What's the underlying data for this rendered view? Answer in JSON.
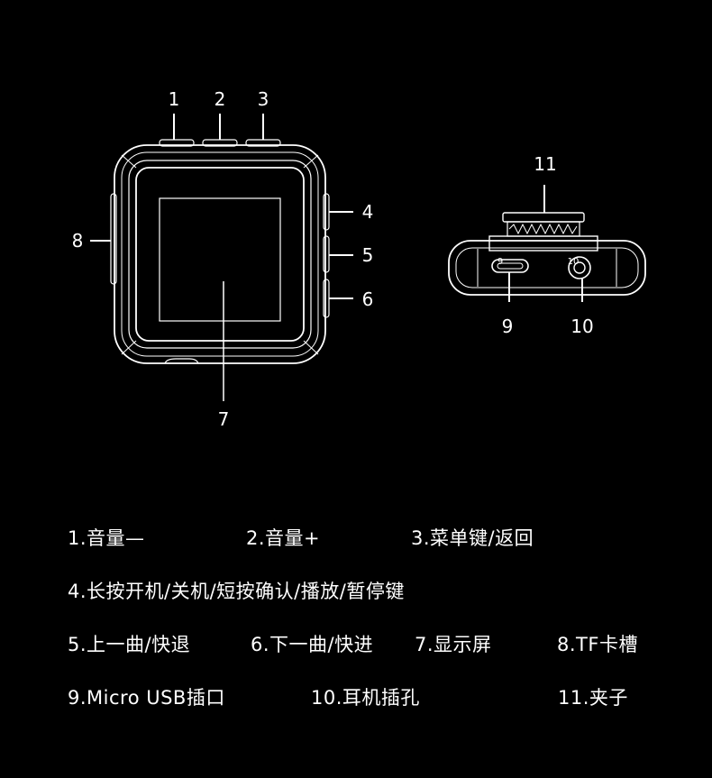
{
  "front_view": {
    "callouts": {
      "c1": "1",
      "c2": "2",
      "c3": "3",
      "c4": "4",
      "c5": "5",
      "c6": "6",
      "c7": "7",
      "c8": "8"
    }
  },
  "side_view": {
    "callouts": {
      "c9": "9",
      "c10": "10",
      "c11": "11"
    },
    "small_labels": {
      "port_label": "9",
      "jack_label": "10"
    }
  },
  "legend": {
    "row1": [
      "1.音量—",
      "2.音量+",
      "3.菜单键/返回"
    ],
    "row2": [
      "4.长按开机/关机/短按确认/播放/暂停键"
    ],
    "row3": [
      "5.上一曲/快退",
      "6.下一曲/快进",
      "7.显示屏",
      "8.TF卡槽"
    ],
    "row4": [
      "9.Micro USB插口",
      "10.耳机插孔",
      "11.夹子"
    ]
  },
  "colors": {
    "background": "#000000",
    "line": "#ffffff"
  }
}
